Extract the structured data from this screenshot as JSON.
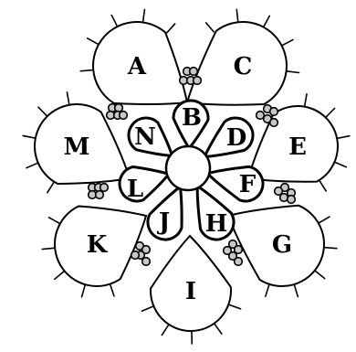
{
  "diagram": {
    "outer_petals": [
      {
        "id": "A",
        "label": "A"
      },
      {
        "id": "C",
        "label": "C"
      },
      {
        "id": "E",
        "label": "E"
      },
      {
        "id": "G",
        "label": "G"
      },
      {
        "id": "I",
        "label": "I"
      },
      {
        "id": "K",
        "label": "K"
      },
      {
        "id": "M",
        "label": "M"
      }
    ],
    "inner_petals": [
      {
        "id": "B",
        "label": "B"
      },
      {
        "id": "D",
        "label": "D"
      },
      {
        "id": "F",
        "label": "F"
      },
      {
        "id": "H",
        "label": "H"
      },
      {
        "id": "J",
        "label": "J"
      },
      {
        "id": "L",
        "label": "L"
      },
      {
        "id": "N",
        "label": "N"
      }
    ],
    "colors": {
      "stroke": "#000000",
      "fill": "#ffffff",
      "node_fill": "#c8c8c8"
    }
  }
}
